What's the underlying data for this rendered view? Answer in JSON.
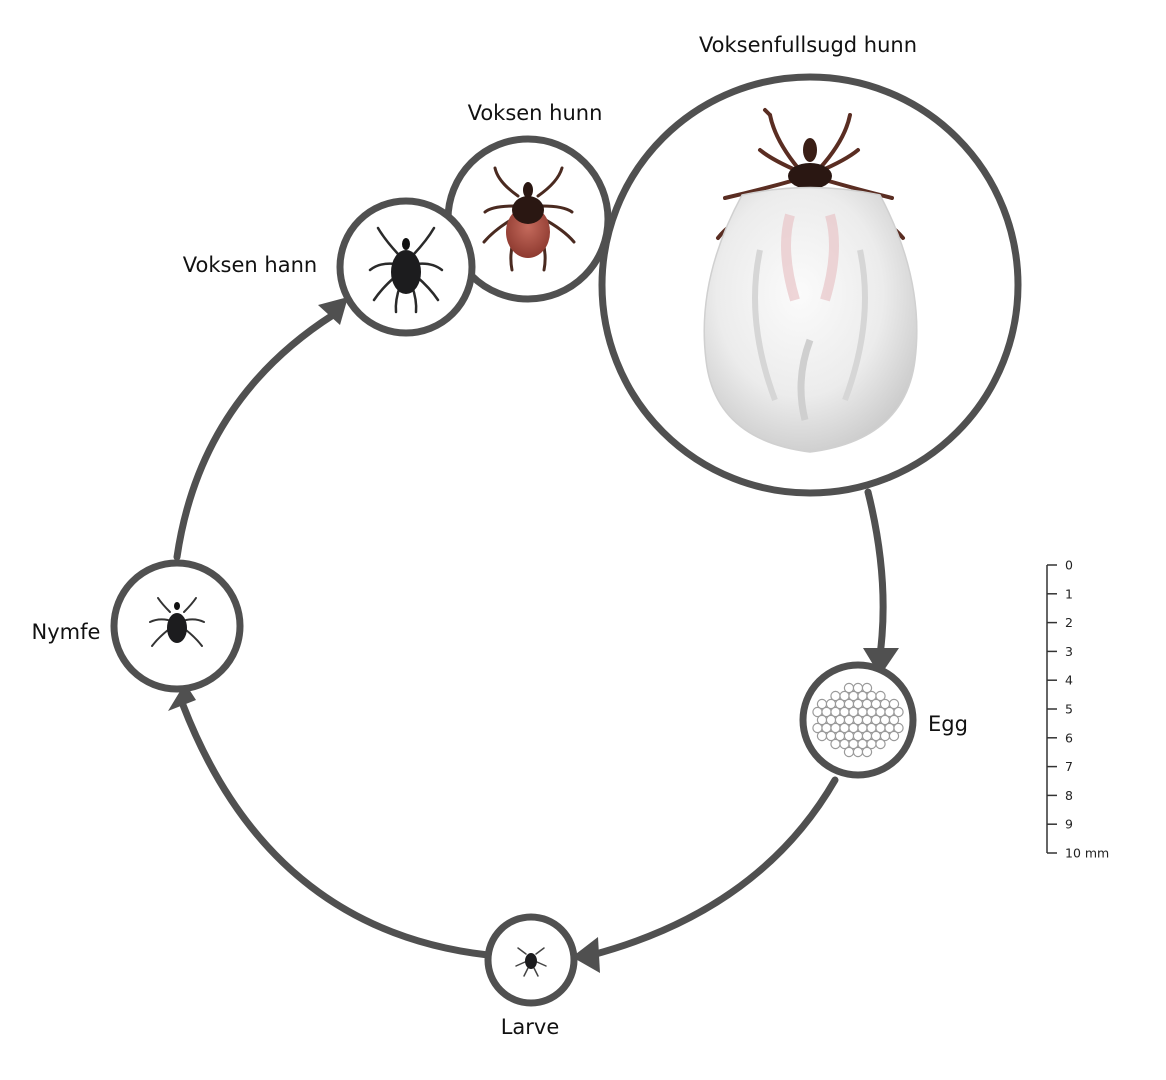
{
  "diagram": {
    "stages": {
      "adult_male": "Voksen hann",
      "adult_female": "Voksen hunn",
      "engorged_female": "Voksenfullsugd hunn",
      "egg": "Egg",
      "larva": "Larve",
      "nymph": "Nymfe"
    },
    "scale": {
      "ticks": [
        "0",
        "1",
        "2",
        "3",
        "4",
        "5",
        "6",
        "7",
        "8",
        "9",
        "10 mm"
      ]
    },
    "colors": {
      "ring": "#505050",
      "tick_dark": "#1c1c1e",
      "tick_female_body": "#a84a3e",
      "engorged_body": "#ececec",
      "leg_brown": "#5a2d22"
    }
  }
}
